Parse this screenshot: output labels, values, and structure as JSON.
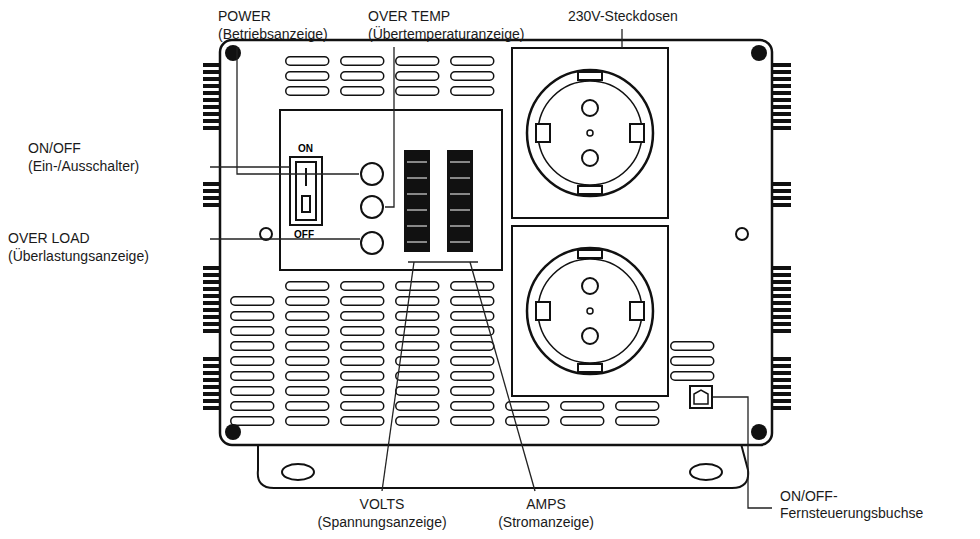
{
  "diagram": {
    "labels": [
      "POWER",
      "(Betriebsanzeige)",
      "OVER TEMP",
      "(Übertemperaturanzeige)",
      "230V-Steckdosen",
      "ON/OFF",
      "(Ein-/Ausschalter)",
      "ON",
      "OFF",
      "OVER LOAD",
      "(Überlastungsanzeige)",
      "VOLTS",
      "(Spannungsanzeige)",
      "AMPS",
      "(Stromanzeige)",
      "ON/OFF- Fernsteuerungsbuchse"
    ]
  }
}
